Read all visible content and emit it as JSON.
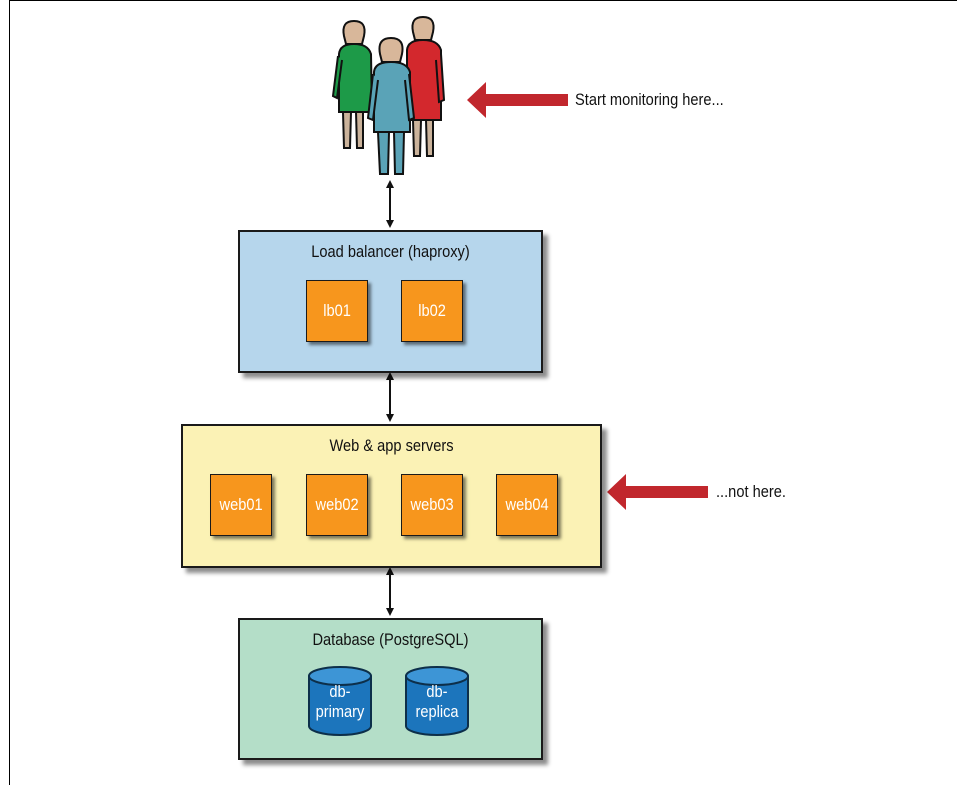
{
  "callouts": {
    "start": "Start monitoring here...",
    "not_here": "...not here."
  },
  "load_balancer": {
    "title": "Load balancer (haproxy)",
    "nodes": [
      "lb01",
      "lb02"
    ]
  },
  "web_tier": {
    "title": "Web & app servers",
    "nodes": [
      "web01",
      "web02",
      "web03",
      "web04"
    ]
  },
  "database": {
    "title": "Database (PostgreSQL)",
    "nodes": [
      {
        "line1": "db-",
        "line2": "primary"
      },
      {
        "line1": "db-",
        "line2": "replica"
      }
    ]
  },
  "colors": {
    "load_balancer_fill": "#b6d6ec",
    "web_tier_fill": "#fbf2b5",
    "database_fill": "#b4dec8",
    "server_fill": "#f7961d",
    "db_cylinder_fill": "#1c75bc",
    "callout_arrow": "#c1272d"
  }
}
